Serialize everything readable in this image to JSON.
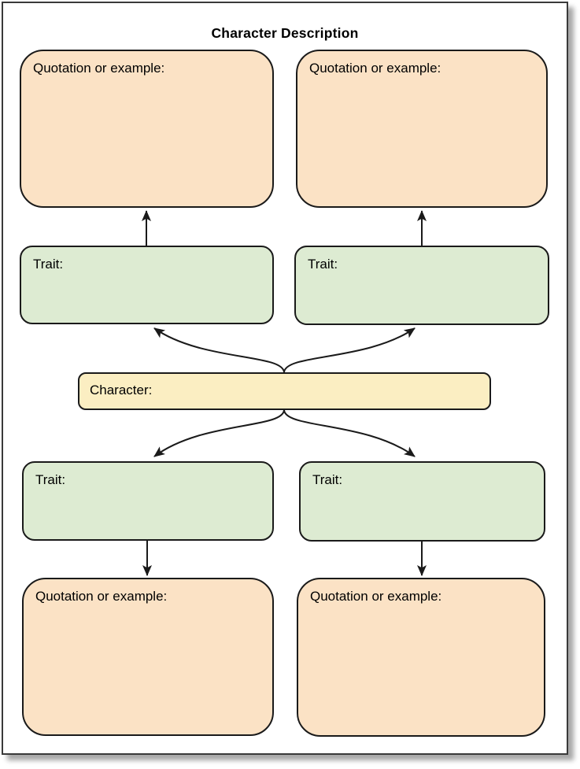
{
  "title": "Character Description",
  "nodes": {
    "quote_tl": {
      "label": "Quotation or example:"
    },
    "quote_tr": {
      "label": "Quotation or example:"
    },
    "trait_tl": {
      "label": "Trait:"
    },
    "trait_tr": {
      "label": "Trait:"
    },
    "character": {
      "label": "Character:"
    },
    "trait_bl": {
      "label": "Trait:"
    },
    "trait_br": {
      "label": "Trait:"
    },
    "quote_bl": {
      "label": "Quotation or example:"
    },
    "quote_br": {
      "label": "Quotation or example:"
    }
  },
  "colors": {
    "quote_fill": "#FBE2C5",
    "trait_fill": "#DDEBD2",
    "character_fill": "#FBEEC2",
    "stroke": "#1A1A1A"
  }
}
